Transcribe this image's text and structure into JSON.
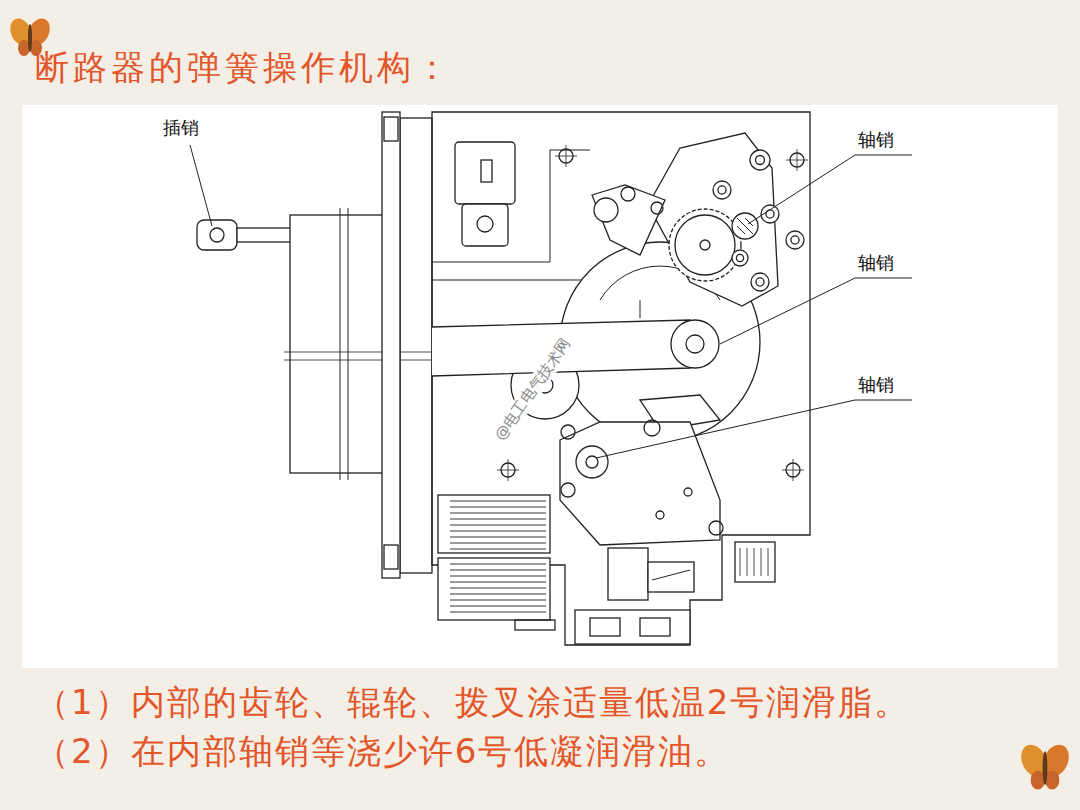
{
  "diagram": {
    "title": "断路器的弹簧操作机构：",
    "labels": [
      "插销",
      "轴销",
      "轴销",
      "轴销",
      "（1）内部的齿轮、辊轮、拨叉涂适量低温2号润滑脂。",
      "（2）在内部轴销等浇少许6号低凝润滑油。",
      "@电工电气技术网"
    ]
  }
}
